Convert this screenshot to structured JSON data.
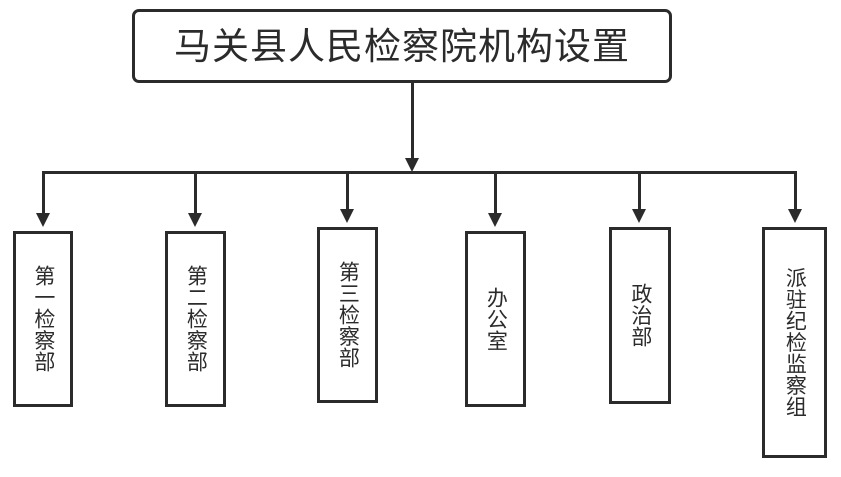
{
  "diagram": {
    "type": "organizational-chart",
    "orientation": "top-down",
    "stroke_color": "#2b2b2b",
    "background_color": "#ffffff",
    "root": {
      "label": "马关县人民检察院机构设置"
    },
    "children": [
      {
        "label": "第一检察部"
      },
      {
        "label": "第二检察部"
      },
      {
        "label": "第三检察部"
      },
      {
        "label": "办公室"
      },
      {
        "label": "政治部"
      },
      {
        "label": "派驻纪检监察组"
      }
    ]
  }
}
